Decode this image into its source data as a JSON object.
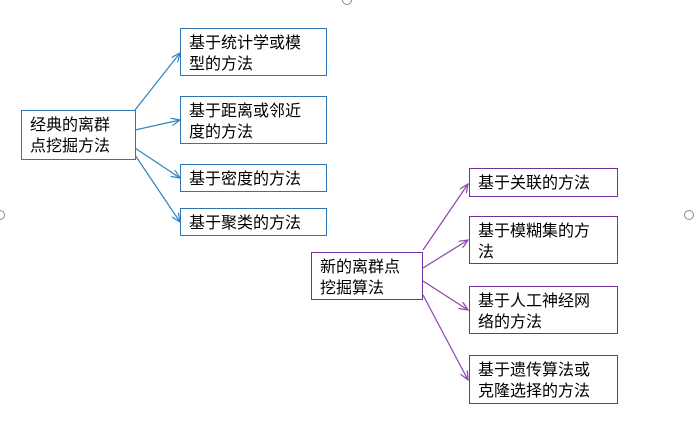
{
  "colors": {
    "left_connector": "#2e86c1",
    "left_border": "#2f74b5",
    "right_connector": "#8e44ad",
    "right_border": "#7030a0"
  },
  "traditional": {
    "root": "经典的离群\n点挖掘方法",
    "items": [
      "基于统计学或模\n型的方法",
      "基于距离或邻近\n度的方法",
      "基于密度的方法",
      "基于聚类的方法"
    ]
  },
  "modern": {
    "root": "新的离群点\n挖掘算法",
    "items": [
      "基于关联的方法",
      "基于模糊集的方\n法",
      "基于人工神经网\n络的方法",
      "基于遗传算法或\n克隆选择的方法"
    ]
  }
}
